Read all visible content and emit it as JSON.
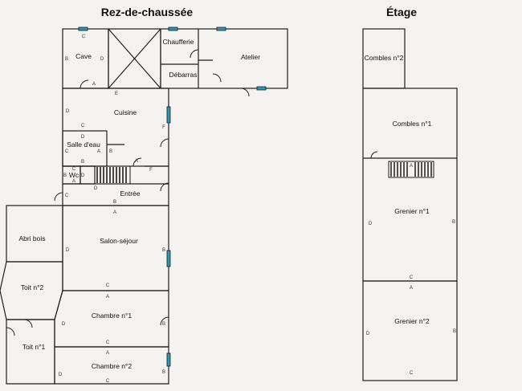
{
  "titles": {
    "ground": "Rez-de-chaussée",
    "upper": "Étage"
  },
  "rooms": {
    "cave": "Cave",
    "chaufferie": "Chaufferie",
    "atelier": "Atelier",
    "debarras": "Débarras",
    "cuisine": "Cuisine",
    "salle_eau": "Salle d'eau",
    "wc": "Wc",
    "entree": "Entrée",
    "abri_bois": "Abri bois",
    "salon": "Salon-séjour",
    "toit2": "Toit n°2",
    "toit1": "Toit n°1",
    "chambre1": "Chambre n°1",
    "chambre2": "Chambre n°2",
    "combles2": "Combles n°2",
    "combles1": "Combles n°1",
    "grenier1": "Grenier n°1",
    "grenier2": "Grenier n°2"
  },
  "markers": {
    "a": "A",
    "b": "B",
    "c": "C",
    "d": "D",
    "e": "E",
    "f": "F"
  },
  "colors": {
    "window": "#2f95b0",
    "wall": "#1e1e1e",
    "background": "#f4f3f1"
  }
}
